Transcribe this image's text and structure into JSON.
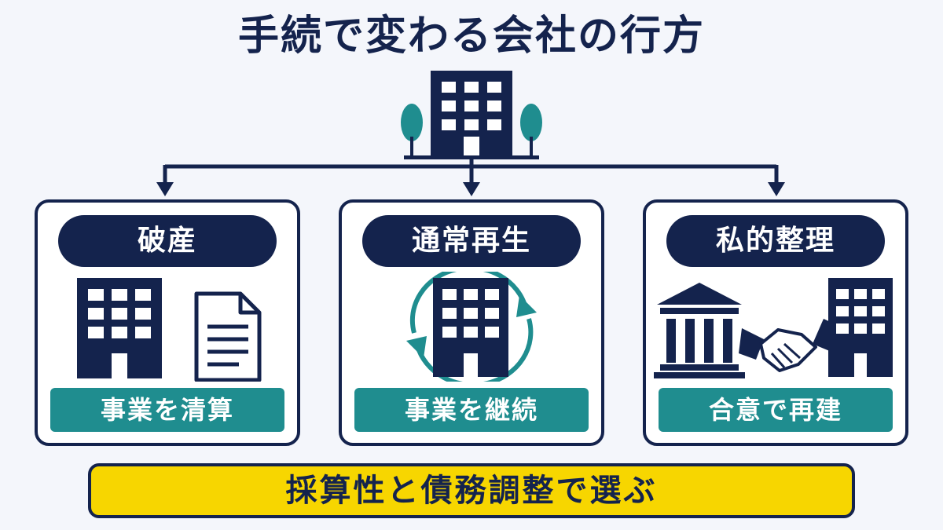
{
  "title": "手続で変わる会社の行方",
  "options": [
    {
      "label": "破産",
      "outcome": "事業を清算",
      "icon": "building-with-document-icon"
    },
    {
      "label": "通常再生",
      "outcome": "事業を継続",
      "icon": "building-with-cycle-arrows-icon"
    },
    {
      "label": "私的整理",
      "outcome": "合意で再建",
      "icon": "bank-handshake-building-icon"
    }
  ],
  "conclusion": "採算性と債務調整で選ぶ",
  "colors": {
    "navy": "#14234d",
    "teal": "#1f8d8f",
    "yellow": "#f7d600",
    "background": "#f4f6fb"
  }
}
